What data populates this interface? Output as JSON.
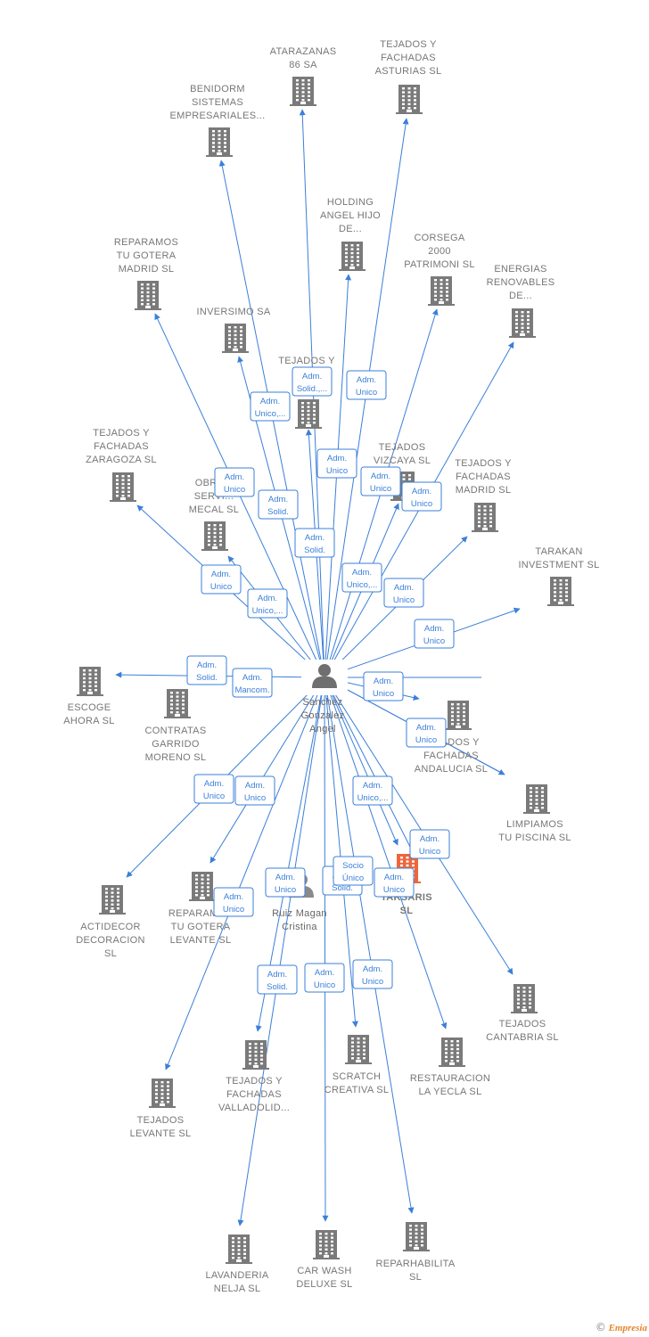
{
  "colors": {
    "edge": "#3b7fd9",
    "company_icon": "#7a7a7a",
    "highlight_icon": "#f0663a",
    "label": "#777777"
  },
  "center": {
    "name": [
      "Sanchez",
      "Gonzalez",
      "Angel"
    ],
    "icon": "person-icon"
  },
  "companies": [
    {
      "id": "atarazanas",
      "label": [
        "ATARAZANAS",
        "86 SA"
      ]
    },
    {
      "id": "tejados-asturias",
      "label": [
        "TEJADOS Y",
        "FACHADAS",
        "ASTURIAS  SL"
      ]
    },
    {
      "id": "benidorm",
      "label": [
        "BENIDORM",
        "SISTEMAS",
        "EMPRESARIALES..."
      ]
    },
    {
      "id": "holding-angel",
      "label": [
        "HOLDING",
        "ANGEL HIJO",
        "DE..."
      ]
    },
    {
      "id": "corsega",
      "label": [
        "CORSEGA",
        "2000",
        "PATRIMONI  SL"
      ]
    },
    {
      "id": "energias",
      "label": [
        "ENERGIAS",
        "RENOVABLES",
        "DE..."
      ]
    },
    {
      "id": "reparamos-madrid",
      "label": [
        "REPARAMOS",
        "TU GOTERA",
        "MADRID  SL"
      ]
    },
    {
      "id": "inversimo",
      "label": [
        "INVERSIMO SA"
      ]
    },
    {
      "id": "tejados-bar",
      "label": [
        "TEJADOS Y",
        "FA...",
        "BAR..."
      ]
    },
    {
      "id": "tejados-zaragoza",
      "label": [
        "TEJADOS Y",
        "FACHADAS",
        "ZARAGOZA  SL"
      ]
    },
    {
      "id": "tejados-vizcaya",
      "label": [
        "TEJADOS",
        "VIZCAYA  SL"
      ]
    },
    {
      "id": "tejados-madrid",
      "label": [
        "TEJADOS Y",
        "FACHADAS",
        "MADRID  SL"
      ]
    },
    {
      "id": "obras-mecal",
      "label": [
        "OBRA...",
        "SERVI...",
        "MECAL SL"
      ]
    },
    {
      "id": "tarakan",
      "label": [
        "TARAKAN",
        "INVESTMENT SL"
      ]
    },
    {
      "id": "escoge",
      "label": [
        "ESCOGE",
        "AHORA  SL"
      ]
    },
    {
      "id": "contratas",
      "label": [
        "CONTRATAS",
        "GARRIDO",
        "MORENO SL"
      ]
    },
    {
      "id": "tejados-andalucia",
      "label": [
        "TEJADOS Y",
        "FACHADAS",
        "ANDALUCIA  SL"
      ]
    },
    {
      "id": "limpiamos",
      "label": [
        "LIMPIAMOS",
        "TU PISCINA  SL"
      ]
    },
    {
      "id": "actidecor",
      "label": [
        "ACTIDECOR",
        "DECORACION",
        "SL"
      ]
    },
    {
      "id": "reparamos-levante",
      "label": [
        "REPARAMOS",
        "TU GOTERA",
        "LEVANTE  SL"
      ]
    },
    {
      "id": "tarsaris",
      "label": [
        "TARSARIS",
        "SL"
      ],
      "highlight": true
    },
    {
      "id": "tejados-cantabria",
      "label": [
        "TEJADOS",
        "CANTABRIA  SL"
      ]
    },
    {
      "id": "tejados-valladolid",
      "label": [
        "TEJADOS Y",
        "FACHADAS",
        "VALLADOLID..."
      ]
    },
    {
      "id": "scratch",
      "label": [
        "SCRATCH",
        "CREATIVA SL"
      ]
    },
    {
      "id": "restauracion",
      "label": [
        "RESTAURACION",
        "LA YECLA  SL"
      ]
    },
    {
      "id": "tejados-levante",
      "label": [
        "TEJADOS",
        "LEVANTE  SL"
      ]
    },
    {
      "id": "lavanderia",
      "label": [
        "LAVANDERIA",
        "NELJA SL"
      ]
    },
    {
      "id": "car-wash",
      "label": [
        "CAR WASH",
        "DELUXE SL"
      ]
    },
    {
      "id": "reparhabilita",
      "label": [
        "REPARHABILITA",
        "SL"
      ]
    }
  ],
  "persons": [
    {
      "id": "ruiz",
      "label": [
        "Ruiz Magan",
        "Cristina"
      ]
    }
  ],
  "relations": [
    {
      "label": [
        "Adm.",
        "Solid.,..."
      ]
    },
    {
      "label": [
        "Adm.",
        "Unico"
      ]
    },
    {
      "label": [
        "Adm.",
        "Unico,..."
      ]
    },
    {
      "label": [
        "Adm.",
        "Unico"
      ]
    },
    {
      "label": [
        "Adm.",
        "Unico"
      ]
    },
    {
      "label": [
        "Adm.",
        "Solid."
      ]
    },
    {
      "label": [
        "Adm.",
        "Unico"
      ]
    },
    {
      "label": [
        "Adm.",
        "Solid."
      ]
    },
    {
      "label": [
        "Adm.",
        "Unico"
      ]
    },
    {
      "label": [
        "Adm.",
        "Unico"
      ]
    },
    {
      "label": [
        "Adm.",
        "Unico,..."
      ]
    },
    {
      "label": [
        "Adm.",
        "Unico"
      ]
    },
    {
      "label": [
        "Adm.",
        "Unico,..."
      ]
    },
    {
      "label": [
        "Adm.",
        "Unico"
      ]
    },
    {
      "label": [
        "Adm.",
        "Solid."
      ]
    },
    {
      "label": [
        "Adm.",
        "Mancom."
      ]
    },
    {
      "label": [
        "Adm.",
        "Unico"
      ]
    },
    {
      "label": [
        "Adm.",
        "Unico"
      ]
    },
    {
      "label": [
        "Adm.",
        "Unico"
      ]
    },
    {
      "label": [
        "Adm.",
        "Unico"
      ]
    },
    {
      "label": [
        "Adm.",
        "Unico,..."
      ]
    },
    {
      "label": [
        "Adm.",
        "Unico"
      ]
    },
    {
      "label": [
        "Adm.",
        "Unico"
      ]
    },
    {
      "label": [
        "Adm.",
        "Unico"
      ]
    },
    {
      "label": [
        "Adm.",
        "Solid."
      ]
    },
    {
      "label": [
        "Socio",
        "Único"
      ]
    },
    {
      "label": [
        "Adm.",
        "Unico"
      ]
    },
    {
      "label": [
        "Adm.",
        "Solid."
      ]
    },
    {
      "label": [
        "Adm.",
        "Unico"
      ]
    },
    {
      "label": [
        "Adm.",
        "Unico"
      ]
    }
  ],
  "brand": {
    "copyright": "©",
    "name": "Empresia"
  }
}
